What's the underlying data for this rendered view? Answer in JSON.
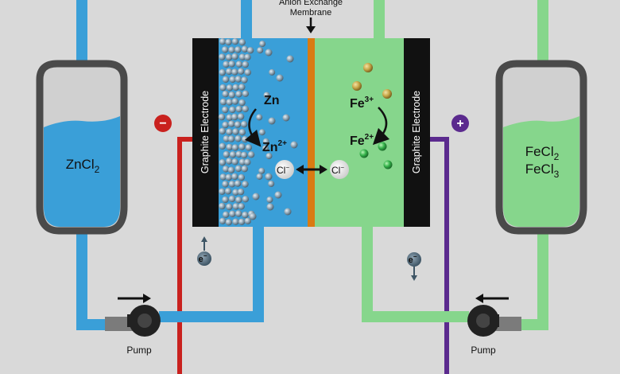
{
  "membrane": {
    "line1": "Anion Exchange",
    "line2": "Membrane"
  },
  "electrodes": {
    "left_label": "Graphite Electrode",
    "right_label": "Graphite Electrode"
  },
  "terminals": {
    "negative": "−",
    "positive": "+"
  },
  "tanks": {
    "left": {
      "species": [
        {
          "base": "ZnCl",
          "sub": "2"
        }
      ]
    },
    "right": {
      "species": [
        {
          "base": "FeCl",
          "sub": "2"
        },
        {
          "base": "FeCl",
          "sub": "3"
        }
      ]
    }
  },
  "zn_reaction": {
    "top": "Zn",
    "bottom": {
      "base": "Zn",
      "sup": "2+"
    }
  },
  "fe_reaction": {
    "top": {
      "base": "Fe",
      "sup": "3+"
    },
    "bottom": {
      "base": "Fe",
      "sup": "2+"
    }
  },
  "chloride": {
    "left": {
      "base": "Cl",
      "sup": "−"
    },
    "right": {
      "base": "Cl",
      "sup": "−"
    }
  },
  "electrons": {
    "left": {
      "base": "e",
      "sup": "−"
    },
    "right": {
      "base": "e",
      "sup": "−"
    }
  },
  "pumps": {
    "left": "Pump",
    "right": "Pump"
  },
  "colors": {
    "anolyte": "#3a9fd8",
    "catholyte": "#86d68c",
    "membrane": "#d97b12",
    "negative_wire": "#c9211e",
    "positive_wire": "#5b2a8e",
    "tank_shell": "#4a4a4a",
    "electrode": "#111111"
  }
}
